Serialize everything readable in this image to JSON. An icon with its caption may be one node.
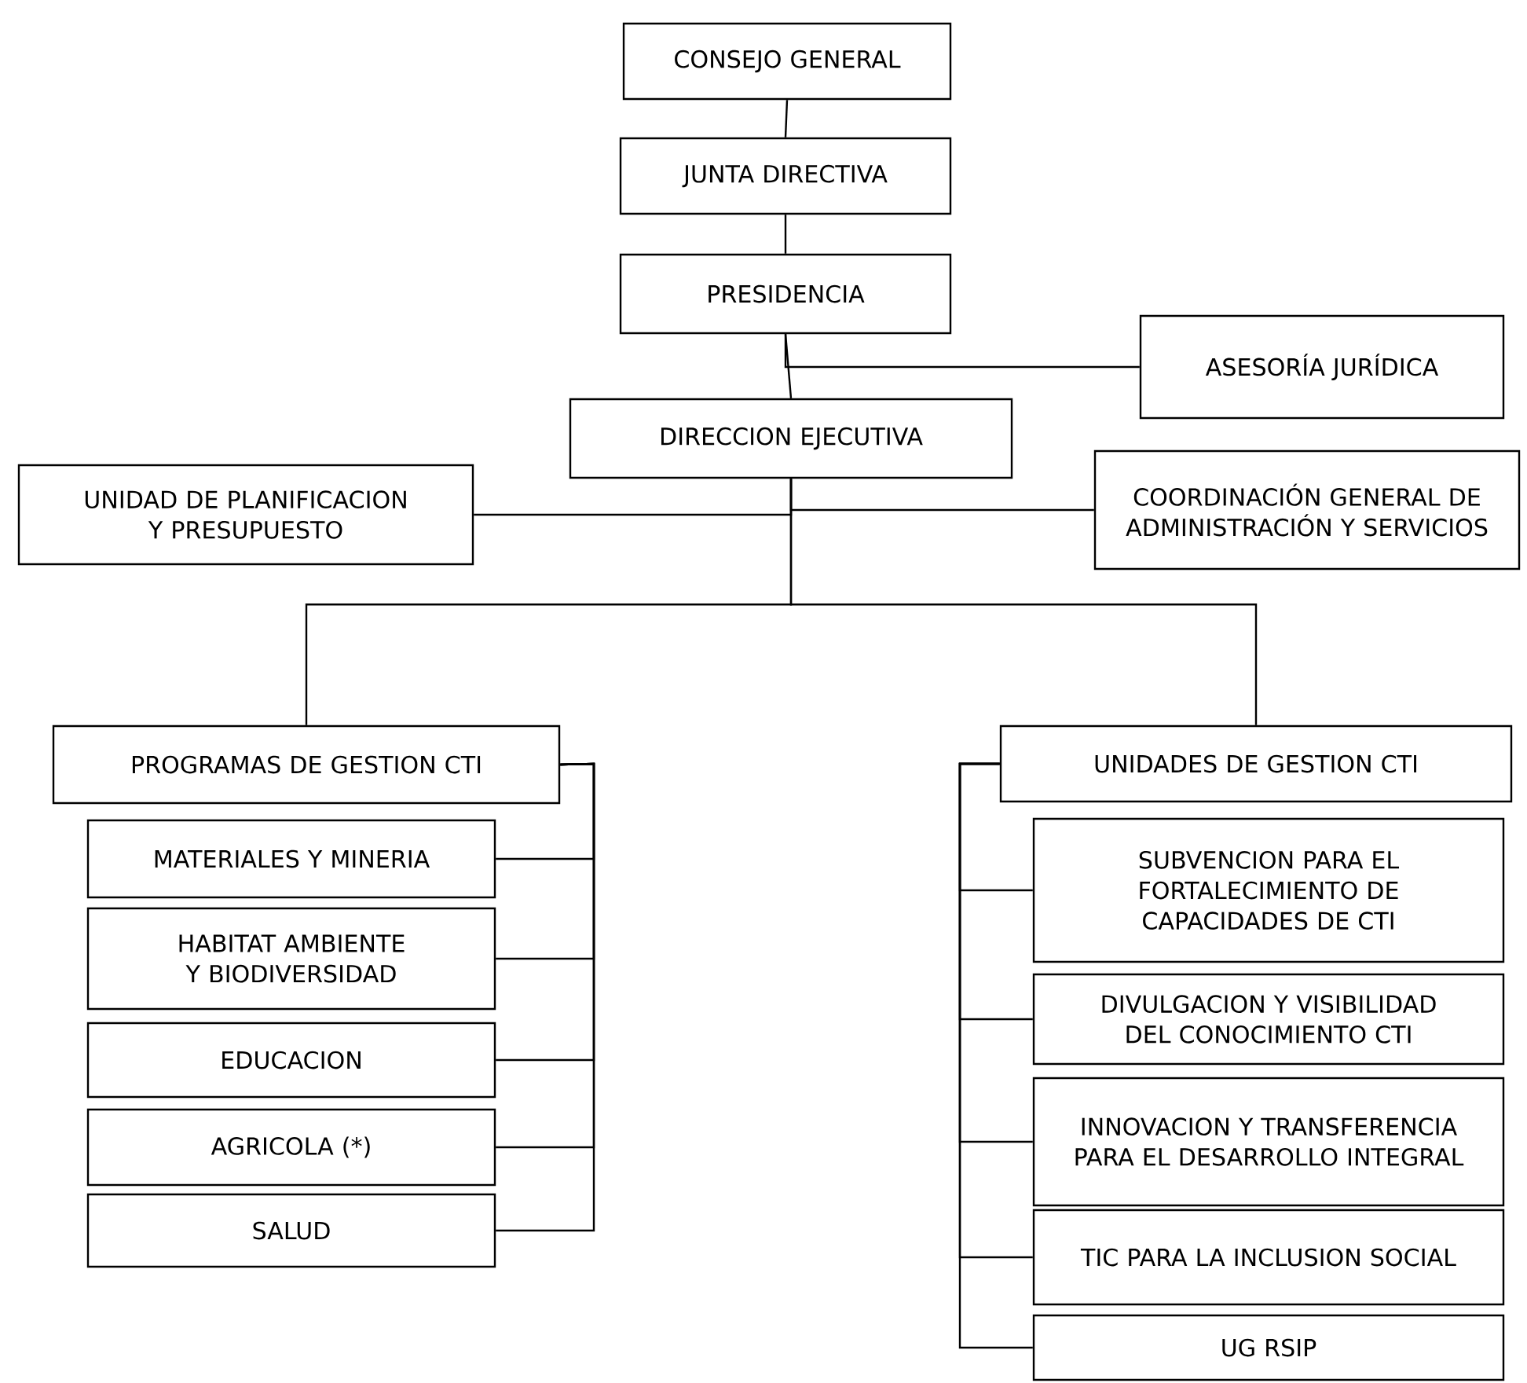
{
  "diagram": {
    "nodes": [
      {
        "text": [
          "CONSEJO GENERAL"
        ]
      },
      {
        "text": [
          "JUNTA DIRECTIVA"
        ]
      },
      {
        "text": [
          "PRESIDENCIA"
        ]
      },
      {
        "text": [
          "ASESORÍA JURÍDICA"
        ]
      },
      {
        "text": [
          "DIRECCION EJECUTIVA"
        ]
      },
      {
        "text": [
          "UNIDAD DE PLANIFICACION Y PRESUPUESTO"
        ]
      },
      {
        "text": [
          "COORDINACIÓN GENERAL DE ADMINISTRACIÓN Y SERVICIOS"
        ]
      },
      {
        "text": [
          "PROGRAMAS DE GESTION CTI"
        ]
      },
      {
        "text": [
          "MATERIALES Y MINERIA"
        ]
      },
      {
        "text": [
          "HABITAT AMBIENTE Y BIODIVERSIDAD"
        ]
      },
      {
        "text": [
          "EDUCACION"
        ]
      },
      {
        "text": [
          "AGRICOLA (*)"
        ]
      },
      {
        "text": [
          "SALUD"
        ]
      },
      {
        "text": [
          "UNIDADES DE GESTION CTI"
        ]
      },
      {
        "text": [
          "SUBVENCION PARA EL FORTALECIMIENTO DE CAPACIDADES DE CTI"
        ]
      },
      {
        "text": [
          "DIVULGACION Y VISIBILIDAD DEL CONOCIMIENTO CTI"
        ]
      },
      {
        "text": [
          "INNOVACION Y TRANSFERENCIA PARA EL DESARROLLO INTEGRAL"
        ]
      },
      {
        "text": [
          "TIC PARA LA INCLUSION SOCIAL"
        ]
      },
      {
        "text": [
          "UG RSIP"
        ]
      }
    ],
    "edges": [
      {
        "from": 0,
        "to": 1,
        "arrow": "none"
      },
      {
        "from": 1,
        "to": 2,
        "arrow": "none"
      },
      {
        "from": 2,
        "to": 4,
        "arrow": "none"
      },
      {
        "from": 2,
        "to": 3,
        "arrow": "none"
      },
      {
        "from": 4,
        "to": 5,
        "arrow": "none"
      },
      {
        "from": 4,
        "to": 6,
        "arrow": "none"
      },
      {
        "from": 4,
        "to": 7,
        "arrow": "none"
      },
      {
        "from": 4,
        "to": 13,
        "arrow": "none"
      },
      {
        "from": 7,
        "to": 8,
        "arrow": "none"
      },
      {
        "from": 7,
        "to": 9,
        "arrow": "none"
      },
      {
        "from": 7,
        "to": 10,
        "arrow": "none"
      },
      {
        "from": 7,
        "to": 11,
        "arrow": "none"
      },
      {
        "from": 7,
        "to": 12,
        "arrow": "none"
      },
      {
        "from": 13,
        "to": 14,
        "arrow": "none"
      },
      {
        "from": 13,
        "to": 15,
        "arrow": "none"
      },
      {
        "from": 13,
        "to": 16,
        "arrow": "none"
      },
      {
        "from": 13,
        "to": 17,
        "arrow": "none"
      },
      {
        "from": 13,
        "to": 18,
        "arrow": "none"
      }
    ]
  }
}
